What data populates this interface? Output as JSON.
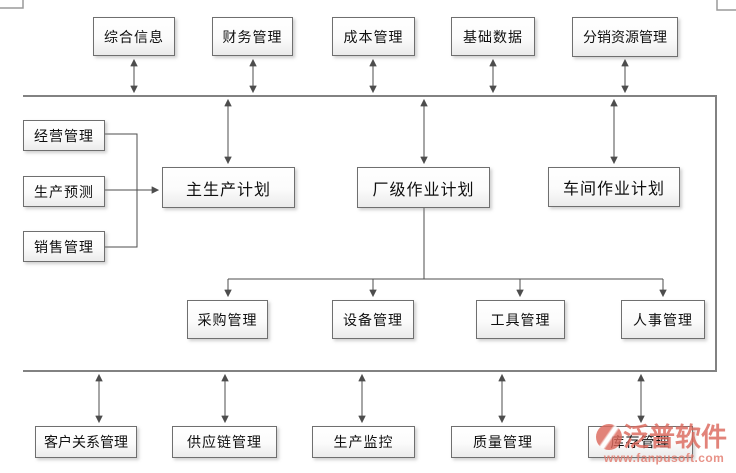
{
  "diagram": {
    "top_row": [
      "综合信息",
      "财务管理",
      "成本管理",
      "基础数据",
      "分销资源管理"
    ],
    "left_column": [
      "经营管理",
      "生产预测",
      "销售管理"
    ],
    "plan_row": [
      "主生产计划",
      "厂级作业计划",
      "车间作业计划"
    ],
    "support_row": [
      "采购管理",
      "设备管理",
      "工具管理",
      "人事管理"
    ],
    "bottom_row": [
      "客户关系管理",
      "供应链管理",
      "生产监控",
      "质量管理",
      "库存管理"
    ]
  },
  "watermark": {
    "brand": "泛普软件",
    "url": "www.fanpusoft.com",
    "brand_color": "#dc695d",
    "url_color": "#e37b6e"
  },
  "colors": {
    "bus_line": "#828282",
    "connector": "#4d4d4d",
    "box_border": "#6f6f6f"
  }
}
